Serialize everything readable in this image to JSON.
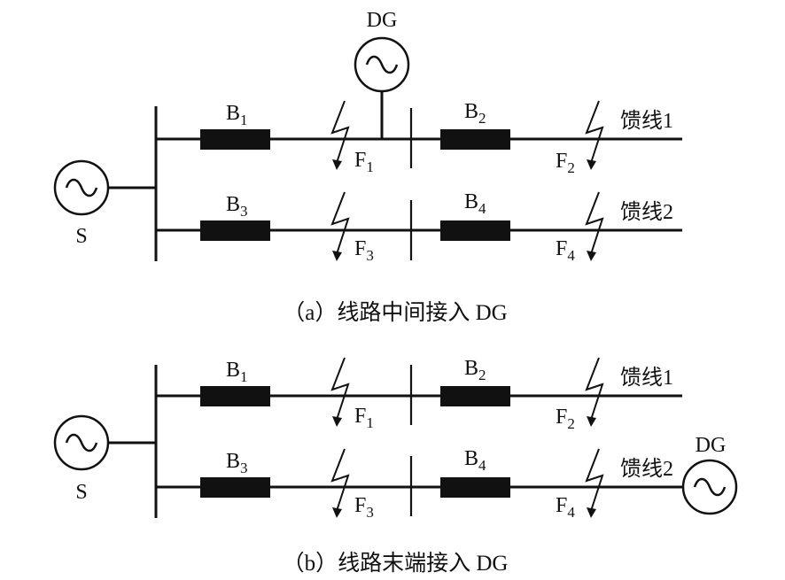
{
  "panel_a": {
    "caption": "（a）线路中间接入 DG",
    "source": "S",
    "dg": "DG",
    "breakers": [
      {
        "base": "B",
        "sub": "1"
      },
      {
        "base": "B",
        "sub": "2"
      },
      {
        "base": "B",
        "sub": "3"
      },
      {
        "base": "B",
        "sub": "4"
      }
    ],
    "faults": [
      {
        "base": "F",
        "sub": "1"
      },
      {
        "base": "F",
        "sub": "2"
      },
      {
        "base": "F",
        "sub": "3"
      },
      {
        "base": "F",
        "sub": "4"
      }
    ],
    "feeders": [
      "馈线1",
      "馈线2"
    ]
  },
  "panel_b": {
    "caption": "（b）线路末端接入 DG",
    "source": "S",
    "dg": "DG",
    "breakers": [
      {
        "base": "B",
        "sub": "1"
      },
      {
        "base": "B",
        "sub": "2"
      },
      {
        "base": "B",
        "sub": "3"
      },
      {
        "base": "B",
        "sub": "4"
      }
    ],
    "faults": [
      {
        "base": "F",
        "sub": "1"
      },
      {
        "base": "F",
        "sub": "2"
      },
      {
        "base": "F",
        "sub": "3"
      },
      {
        "base": "F",
        "sub": "4"
      }
    ],
    "feeders": [
      "馈线1",
      "馈线2"
    ]
  }
}
